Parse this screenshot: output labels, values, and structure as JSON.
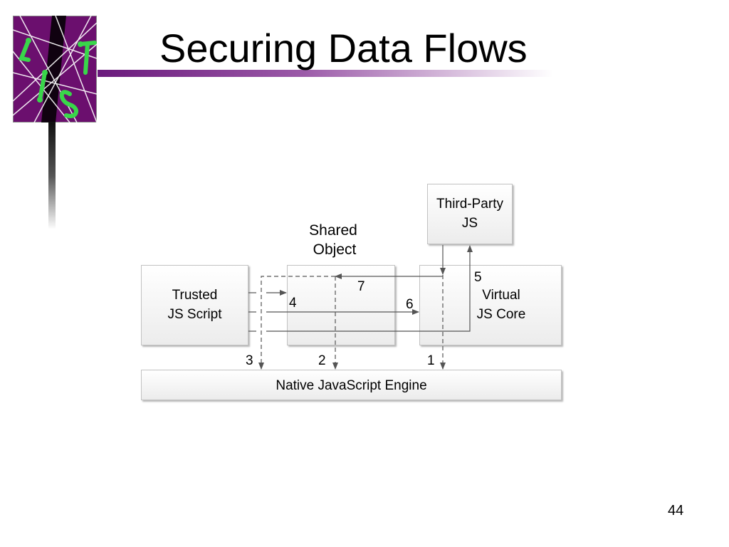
{
  "slide": {
    "title": "Securing Data Flows",
    "page_number": "44"
  },
  "logo": {
    "lettering": "LIST",
    "background_color": "#6b0f6e",
    "letter_color": "#39d64a"
  },
  "diagram": {
    "nodes": {
      "third_party": {
        "line1": "Third-Party",
        "line2": "JS"
      },
      "shared_object": {
        "line1": "Shared",
        "line2": "Object"
      },
      "trusted": {
        "line1": "Trusted",
        "line2": "JS Script"
      },
      "virtual_core": {
        "line1": "Virtual",
        "line2": "JS Core"
      },
      "native_engine": {
        "label": "Native JavaScript Engine"
      }
    },
    "flow_numbers": {
      "f1": "1",
      "f2": "2",
      "f3": "3",
      "f4": "4",
      "f5": "5",
      "f6": "6",
      "f7": "7"
    },
    "colors": {
      "line": "#555555",
      "box_border": "#c2c2c2"
    }
  }
}
